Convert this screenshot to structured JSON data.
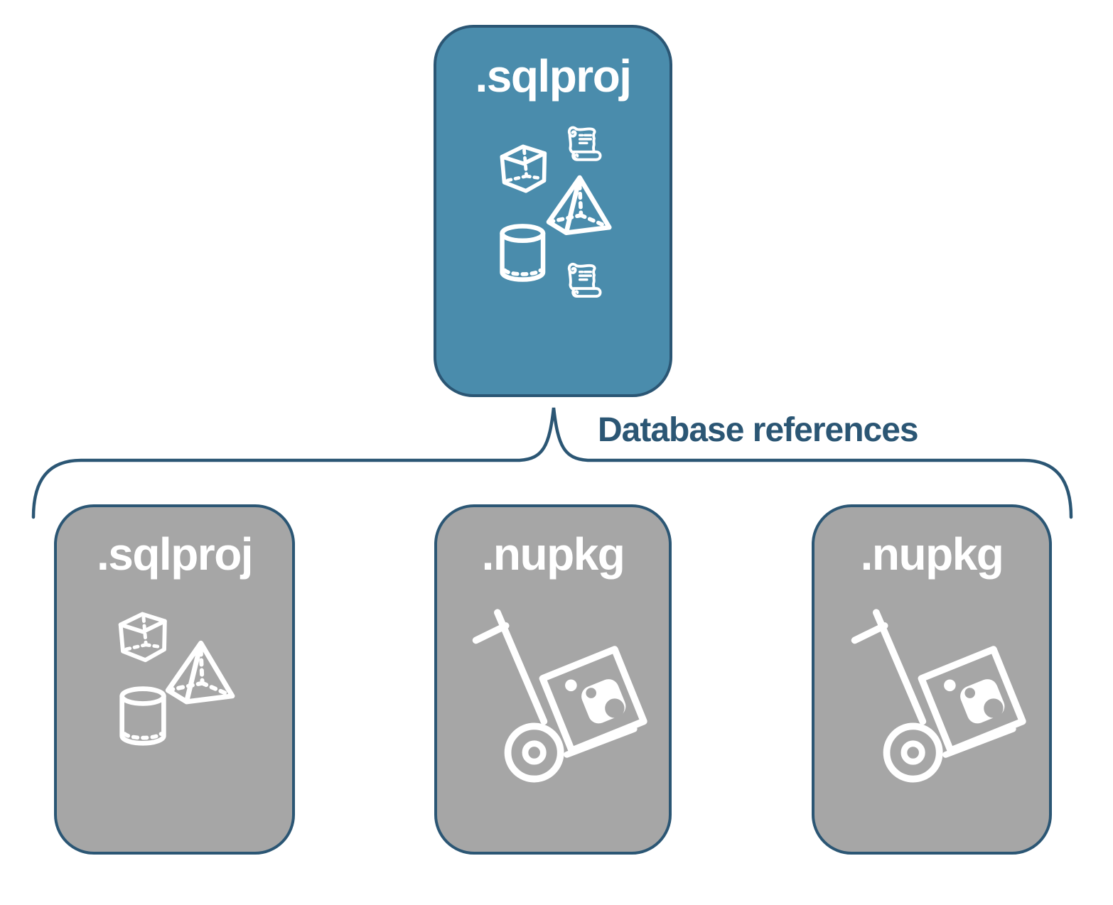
{
  "diagram": {
    "main_box": {
      "label": ".sqlproj"
    },
    "connector_label": "Database references",
    "child_boxes": [
      {
        "label": ".sqlproj"
      },
      {
        "label": ".nupkg"
      },
      {
        "label": ".nupkg"
      }
    ],
    "icons": {
      "main_box": [
        "cube-icon",
        "scroll-icon",
        "pyramid-icon",
        "database-cylinder-icon",
        "scroll-icon"
      ],
      "child_sqlproj": [
        "cube-icon",
        "pyramid-icon",
        "database-cylinder-icon"
      ],
      "child_nupkg": [
        "package-dolly-icon",
        "nuget-logo-icon"
      ]
    }
  },
  "colors": {
    "accent": "#2B5674",
    "main_fill": "#4A8CAC",
    "child_fill": "#A6A6A6",
    "icon_white": "#FFFFFF",
    "background": "#FFFFFF"
  }
}
